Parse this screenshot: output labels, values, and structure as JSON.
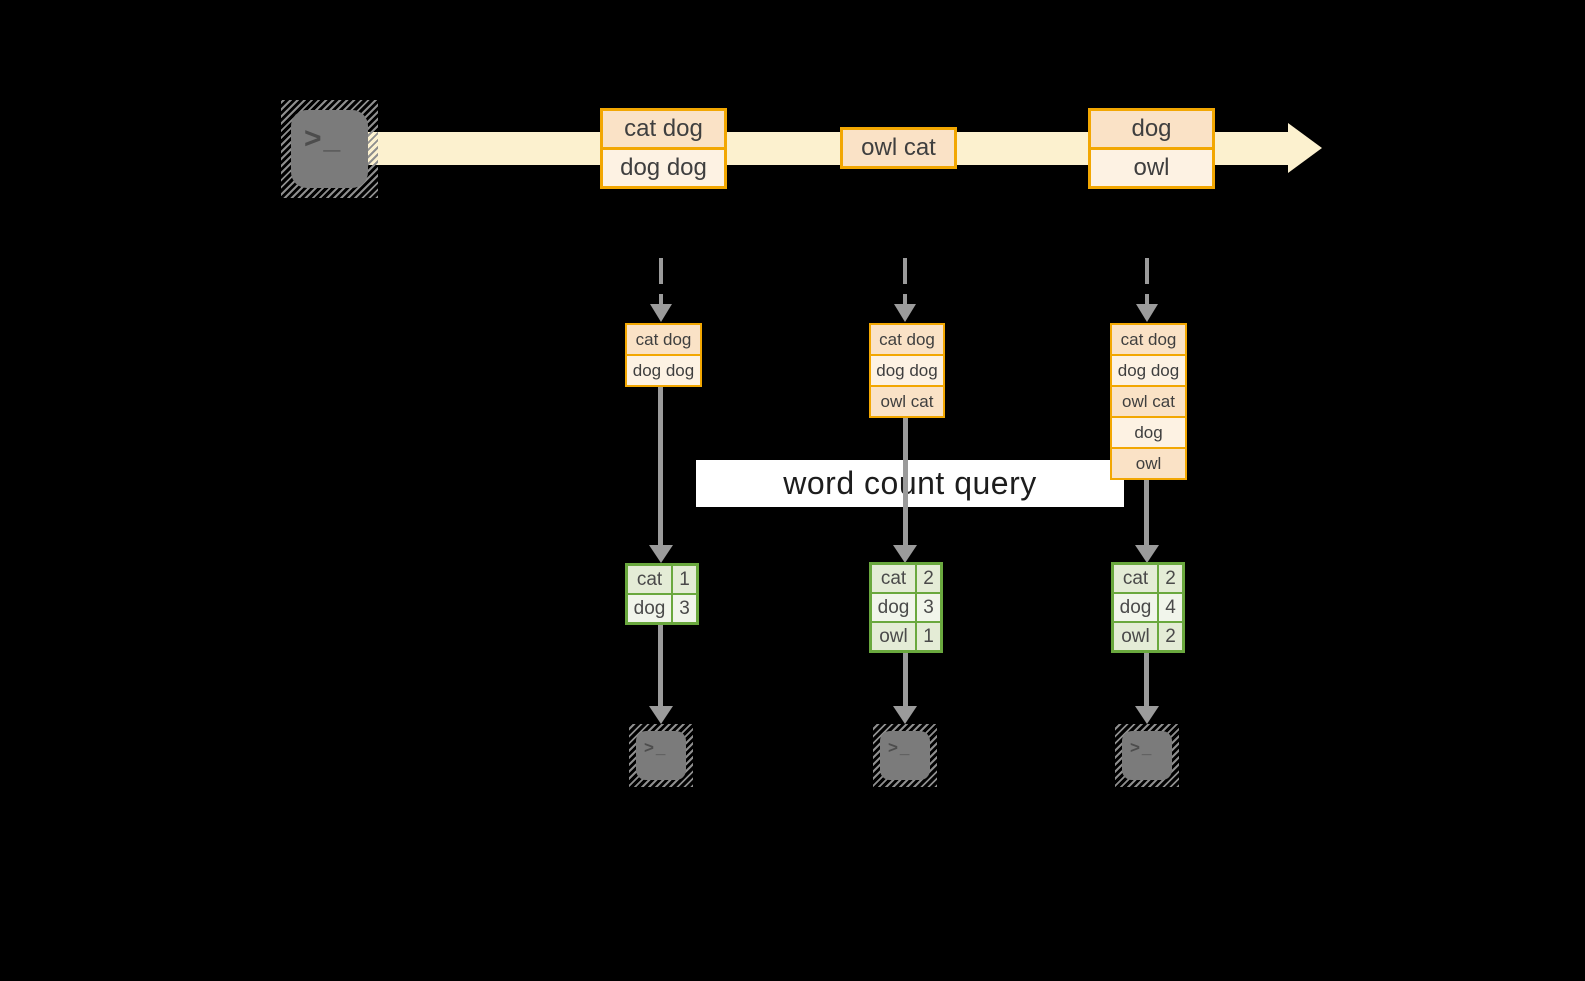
{
  "banner": {
    "label": "word count query"
  },
  "icons": {
    "prompt_glyph": ">_"
  },
  "colors": {
    "bg": "#000000",
    "stream_fill": "#fcf1cf",
    "record_border": "#f2a702",
    "record_fill_dark": "#fae2c6",
    "record_fill_light": "#fdf2e3",
    "table_border": "#6aa83e",
    "table_fill_dark": "#e4ecd6",
    "table_fill_light": "#f1f5eb",
    "arrow_gray": "#9b9b9b",
    "terminal_gray": "#7b7b7b",
    "banner_bg": "#ffffff",
    "banner_text": "#1d1d1d"
  },
  "timeline": {
    "events": [
      {
        "rows": [
          "cat dog",
          "dog dog"
        ]
      },
      {
        "rows": [
          "owl cat"
        ]
      },
      {
        "rows": [
          "dog",
          "owl"
        ]
      }
    ]
  },
  "columns": [
    {
      "buffer": [
        "cat dog",
        "dog dog"
      ],
      "counts": [
        {
          "word": "cat",
          "count": "1"
        },
        {
          "word": "dog",
          "count": "3"
        }
      ]
    },
    {
      "buffer": [
        "cat dog",
        "dog dog",
        "owl cat"
      ],
      "counts": [
        {
          "word": "cat",
          "count": "2"
        },
        {
          "word": "dog",
          "count": "3"
        },
        {
          "word": "owl",
          "count": "1"
        }
      ]
    },
    {
      "buffer": [
        "cat dog",
        "dog dog",
        "owl cat",
        "dog",
        "owl"
      ],
      "counts": [
        {
          "word": "cat",
          "count": "2"
        },
        {
          "word": "dog",
          "count": "4"
        },
        {
          "word": "owl",
          "count": "2"
        }
      ]
    }
  ]
}
